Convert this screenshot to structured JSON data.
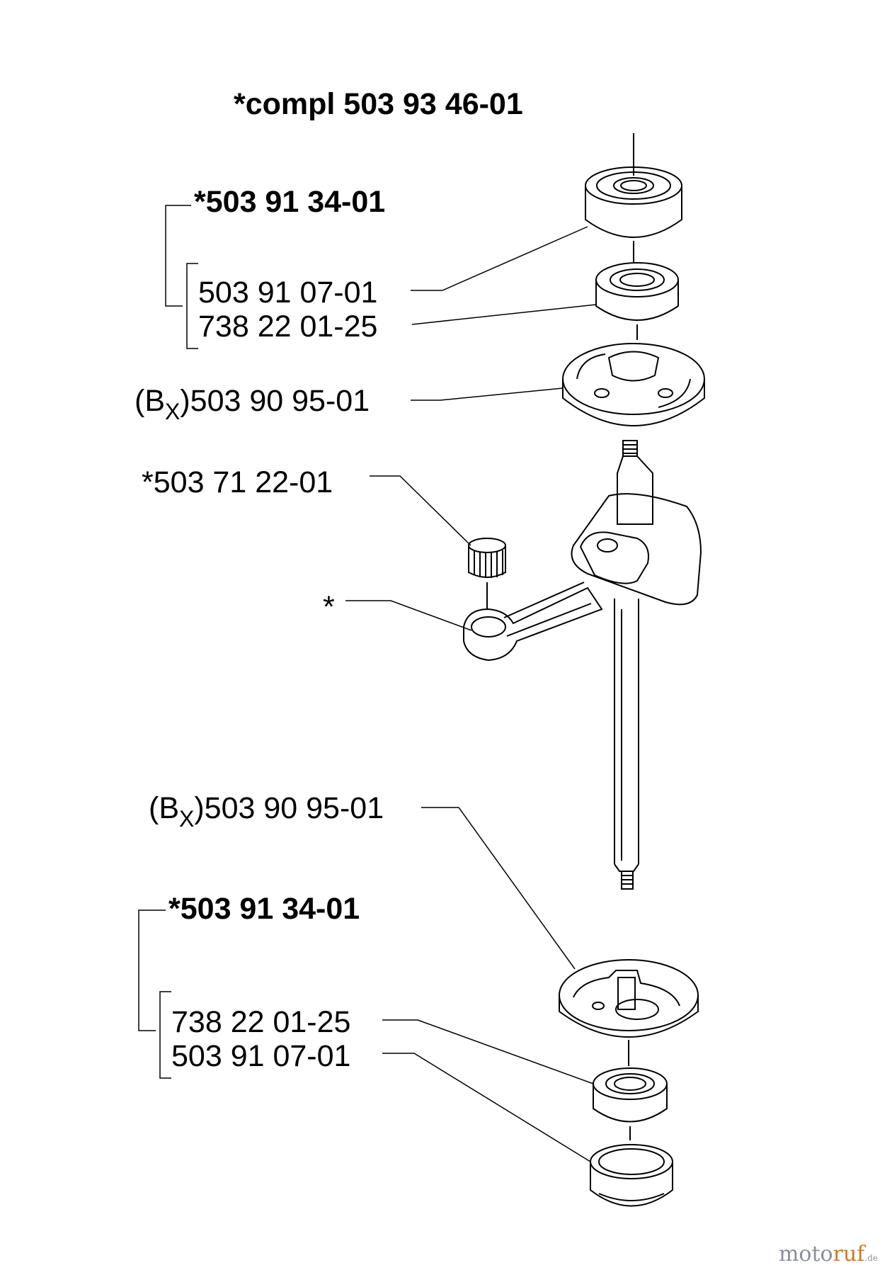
{
  "title": "*compl 503 93 46-01",
  "groups": {
    "upper": {
      "kit": "*503 91 34-01",
      "items": [
        "503 91 07-01",
        "738 22 01-25"
      ]
    },
    "lower": {
      "kit": "*503 91 34-01",
      "items": [
        "738 22 01-25",
        "503 91 07-01"
      ]
    }
  },
  "labels": {
    "upper_cover_prefix": "(B",
    "upper_cover_sub": "X",
    "upper_cover_num": ")503 90 95-01",
    "needle_bearing": "*503 71 22-01",
    "connecting_rod": "*",
    "lower_cover_prefix": "(B",
    "lower_cover_sub": "X",
    "lower_cover_num": ")503 90 95-01"
  },
  "watermark": {
    "part1": "moto",
    "part2": "ruf",
    "part3": ".de"
  }
}
